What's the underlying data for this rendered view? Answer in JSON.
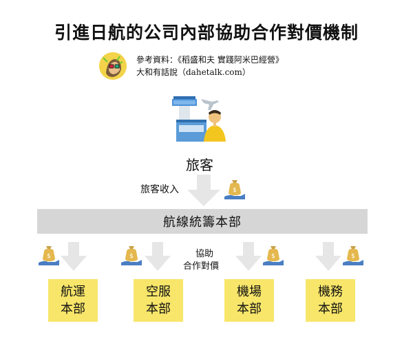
{
  "title": "引進日航的公司內部協助合作對價機制",
  "reference": {
    "line1": "參考資料：《稻盛和夫 實踐阿米巴經營》",
    "line2": "大和有話說（dahetalk.com）"
  },
  "passenger_label": "旅客",
  "revenue_label": "旅客收入",
  "hq_label": "航線統籌本部",
  "cooperation_label_1": "協助",
  "cooperation_label_2": "合作對價",
  "departments": [
    {
      "line1": "航運",
      "line2": "本部"
    },
    {
      "line1": "空服",
      "line2": "本部"
    },
    {
      "line1": "機場",
      "line2": "本部"
    },
    {
      "line1": "機務",
      "line2": "本部"
    }
  ],
  "colors": {
    "bar": "#d6d6d6",
    "box": "#f8e66a",
    "arrow": "#e6e6e6",
    "money": "#c9a24a"
  }
}
